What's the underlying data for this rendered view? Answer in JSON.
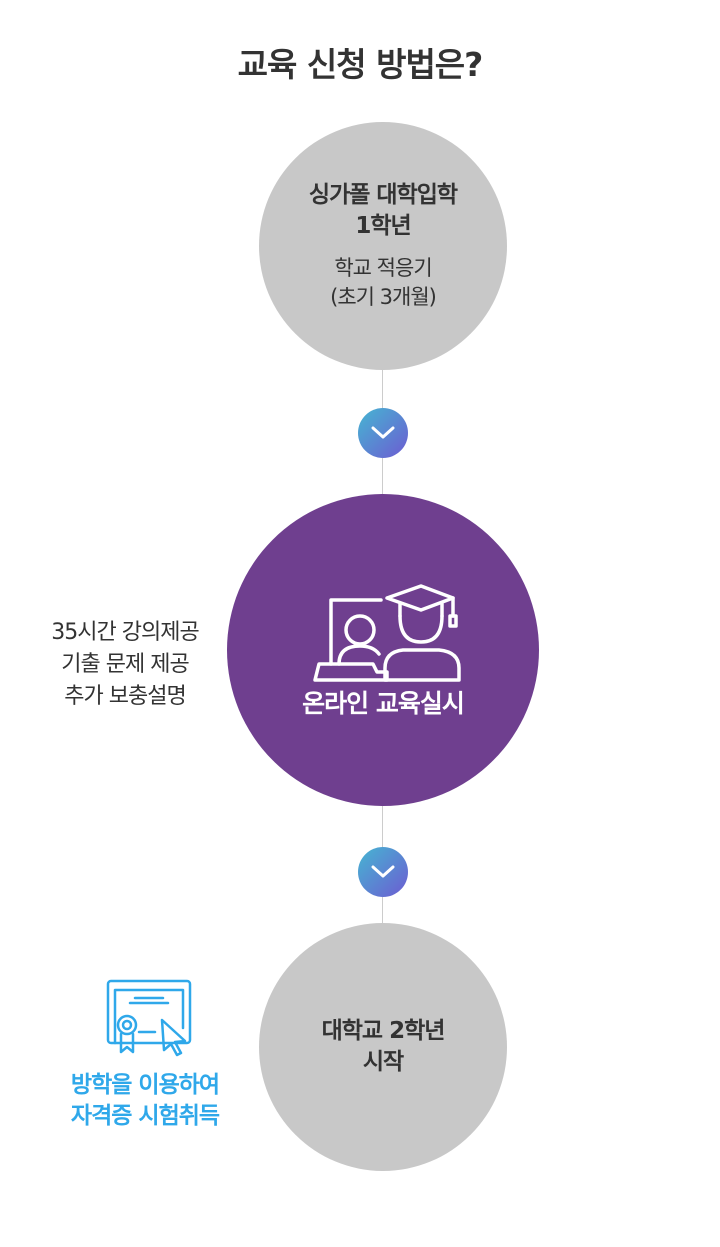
{
  "title": "교육 신청 방법은?",
  "steps": [
    {
      "heading": [
        "싱가폴 대학입학",
        "1학년"
      ],
      "desc": [
        "학교 적응기",
        "(초기 3개월)"
      ]
    },
    {
      "label": "온라인 교육실시",
      "side": [
        "35시간 강의제공",
        "기출 문제 제공",
        "추가 보충설명"
      ]
    },
    {
      "heading": [
        "대학교 2학년",
        "시작"
      ],
      "side": [
        "방학을 이용하여",
        "자격증 시험취득"
      ]
    }
  ],
  "colors": {
    "gray": "#c8c8c8",
    "purple": "#6f3f8f",
    "blue": "#2fa8ea"
  }
}
